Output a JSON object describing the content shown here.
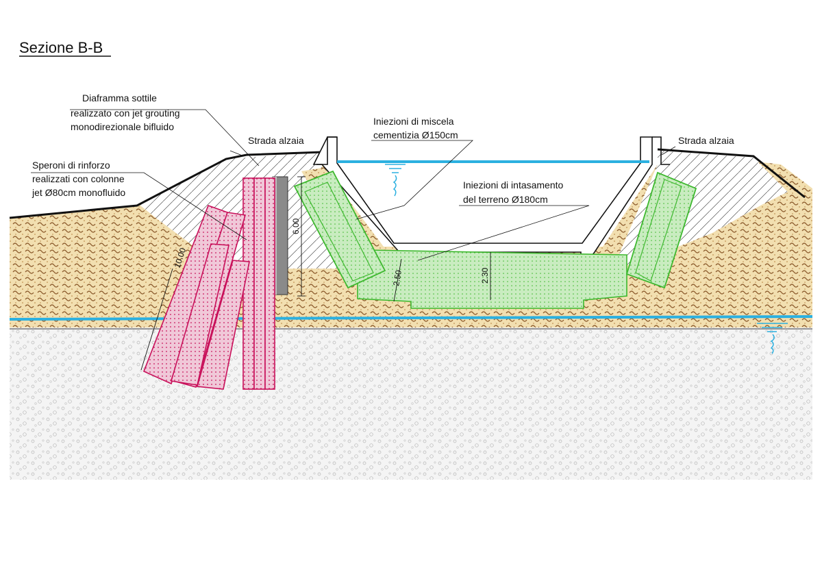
{
  "title": "Sezione B-B",
  "labels": {
    "diaframma": [
      "Diaframma sottile",
      "realizzato con jet grouting",
      "monodirezionale bifluido"
    ],
    "speroni": [
      "Speroni di rinforzo",
      "realizzati con colonne",
      "jet Ø80cm monofluido"
    ],
    "strada_left": "Strada alzaia",
    "strada_right": "Strada alzaia",
    "iniezioni_miscela": [
      "Iniezioni di miscela",
      "cementizia Ø150cm"
    ],
    "iniezioni_intasamento": [
      "Iniezioni di intasamento",
      "del terreno Ø180cm"
    ]
  },
  "dimensions": {
    "d600": "6.00",
    "d1000": "10.00",
    "d250": "2.50",
    "d230": "2.30"
  },
  "colors": {
    "water": "#2bb0e0",
    "sand": "#f2dfb0",
    "gravel": "#e8e8e8",
    "jet_column": "#c8105a",
    "injection": "#3db82e",
    "injection_fill": "#c9ecc0",
    "concrete": "#ffffff",
    "diaphragm": "#8a8a8a"
  }
}
